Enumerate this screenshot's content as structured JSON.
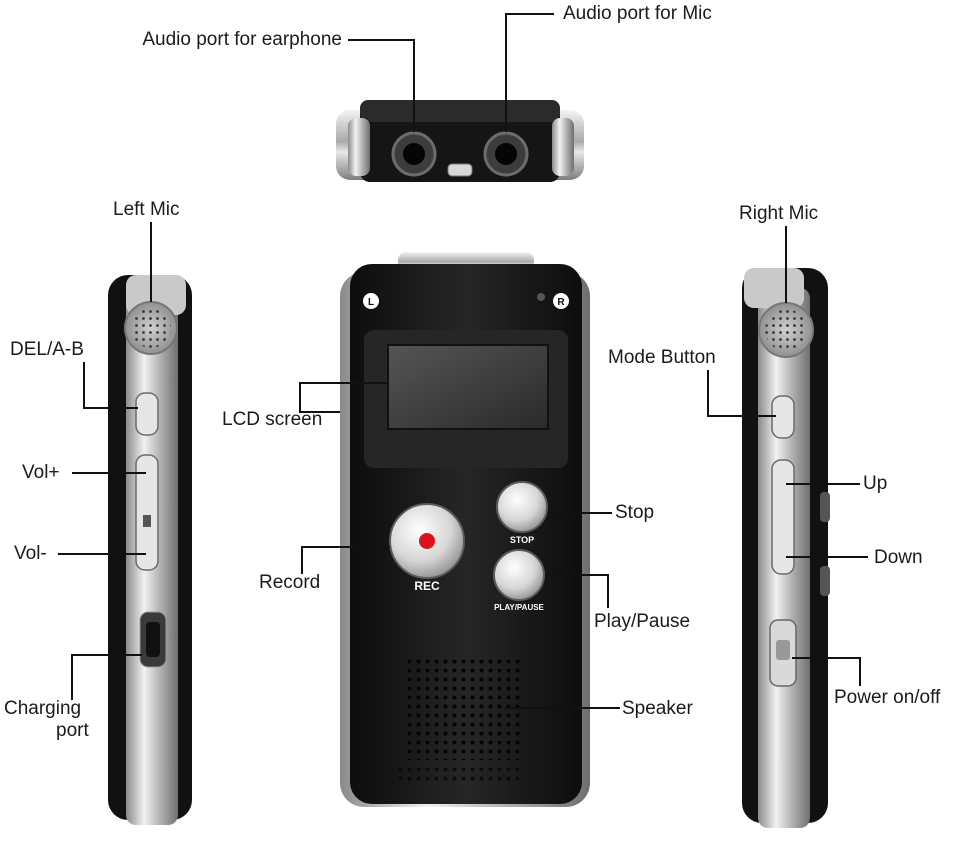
{
  "labels": {
    "earphone_port": "Audio port for earphone",
    "mic_port": "Audio port for Mic",
    "left_mic": "Left Mic",
    "right_mic": "Right Mic",
    "del_ab": "DEL/A-B",
    "vol_up": "Vol+",
    "vol_down": "Vol-",
    "charging_line1": "Charging",
    "charging_line2": "port",
    "lcd_screen": "LCD screen",
    "record": "Record",
    "stop": "Stop",
    "play_pause": "Play/Pause",
    "speaker": "Speaker",
    "mode_button": "Mode Button",
    "up": "Up",
    "down": "Down",
    "power": "Power on/off"
  },
  "device": {
    "left_badge": "L",
    "right_badge": "R",
    "stop_button_text": "STOP",
    "rec_button_text": "REC",
    "play_button_text": "PLAY/PAUSE"
  },
  "colors": {
    "body": "#1a1a1a",
    "chrome": "#c8c8c8",
    "lcd": "#3a3a3a",
    "record_dot": "#d9141e",
    "text": "#1b1b1b"
  }
}
